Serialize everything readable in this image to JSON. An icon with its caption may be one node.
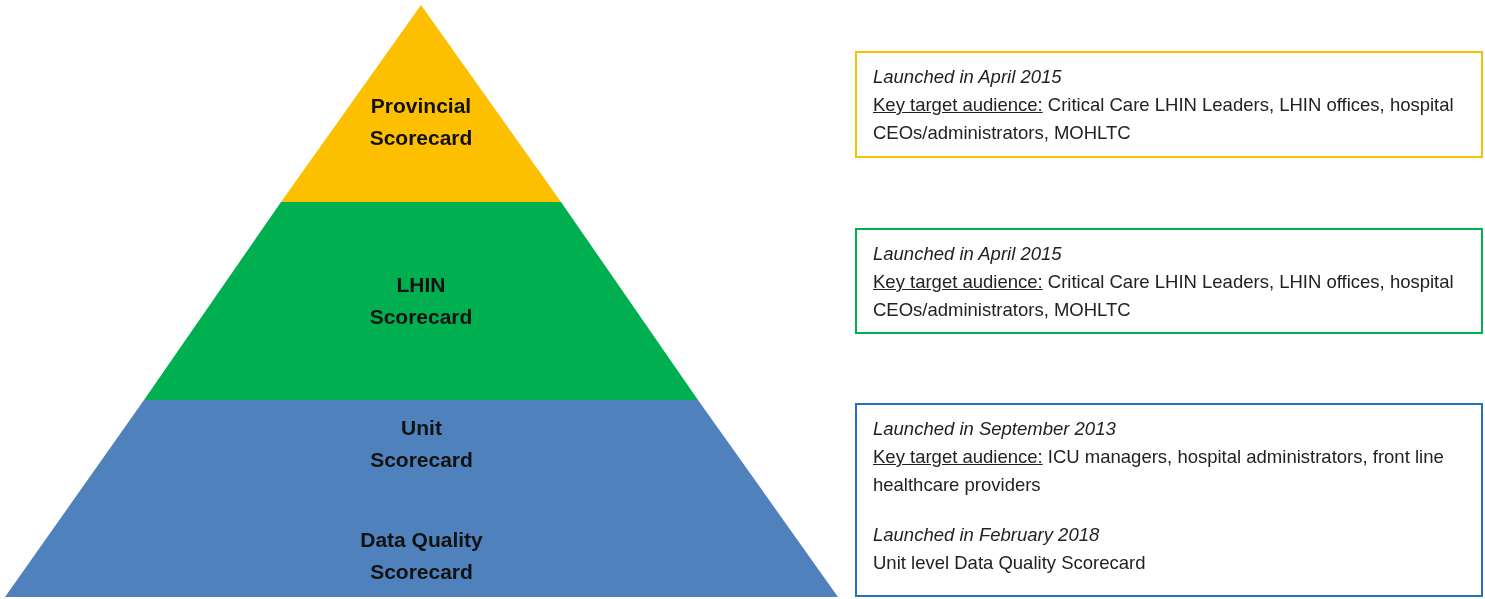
{
  "diagram": {
    "nodes": [
      {
        "text": [
          "Provincial Scorecard"
        ]
      },
      {
        "text": [
          "LHIN Scorecard"
        ]
      },
      {
        "text": [
          "Unit Scorecard",
          "Data Quality Scorecard"
        ]
      },
      {
        "text": [
          "Launched in April 2015",
          "Key target audience: Critical Care LHIN Leaders, LHIN offices, hospital CEOs/administrators, MOHLTC"
        ]
      },
      {
        "text": [
          "Launched in April 2015",
          "Key target audience: Critical Care LHIN Leaders, LHIN offices, hospital CEOs/administrators, MOHLTC"
        ]
      },
      {
        "text": [
          "Launched in September 2013",
          "Key target audience: ICU managers, hospital administrators, front line healthcare providers",
          "Launched in February 2018",
          "Unit level Data Quality Scorecard"
        ]
      }
    ]
  }
}
